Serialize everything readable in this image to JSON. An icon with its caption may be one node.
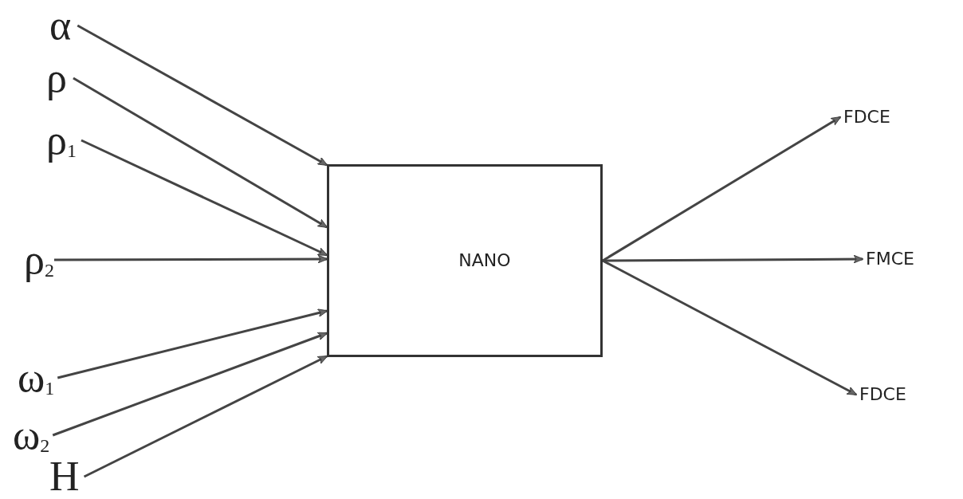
{
  "diagram": {
    "nodes": [
      {
        "text": [
          "α"
        ]
      },
      {
        "text": [
          "ρ"
        ]
      },
      {
        "text": [
          "ρ$_{1}$"
        ]
      },
      {
        "text": [
          "ρ$_{2}$"
        ]
      },
      {
        "text": [
          "ω$_{1}$"
        ]
      },
      {
        "text": [
          "ω$_{2}$"
        ]
      },
      {
        "text": [
          "H"
        ]
      },
      {
        "text": [
          "NANO"
        ]
      },
      {
        "text": [
          "FDCE"
        ]
      },
      {
        "text": [
          "FMCE"
        ]
      },
      {
        "text": [
          "FDCE"
        ]
      }
    ],
    "edges": [
      {
        "from": 0,
        "to": 7,
        "arrow": "to"
      },
      {
        "from": 1,
        "to": 7,
        "arrow": "to"
      },
      {
        "from": 2,
        "to": 7,
        "arrow": "to"
      },
      {
        "from": 3,
        "to": 7,
        "arrow": "to"
      },
      {
        "from": 4,
        "to": 7,
        "arrow": "to"
      },
      {
        "from": 5,
        "to": 7,
        "arrow": "to"
      },
      {
        "from": 6,
        "to": 7,
        "arrow": "to"
      },
      {
        "from": 7,
        "to": 8,
        "arrow": "to"
      },
      {
        "from": 7,
        "to": 9,
        "arrow": "to"
      },
      {
        "from": 7,
        "to": 10,
        "arrow": "to"
      }
    ]
  }
}
